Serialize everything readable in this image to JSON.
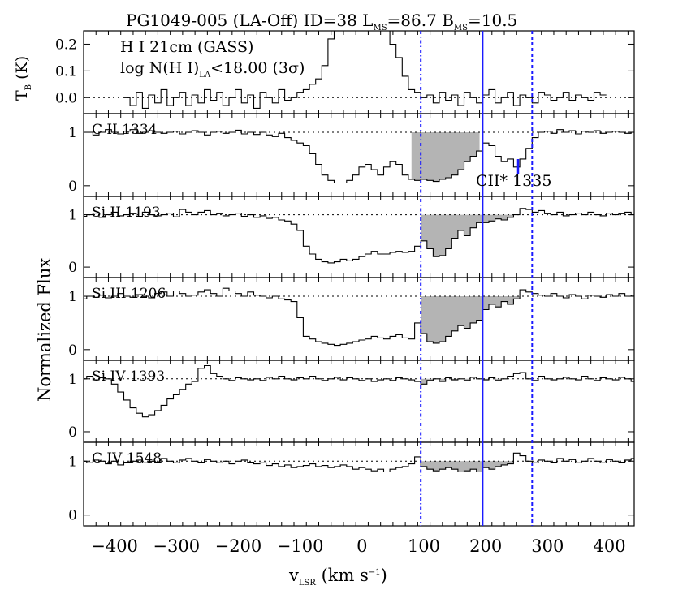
{
  "title": {
    "main": "PG1049-005 (LA-Off) ID=38 L",
    "l_sub": "MS",
    "l_eq": "=86.7 B",
    "b_sub": "MS",
    "b_eq": "=10.5"
  },
  "axes": {
    "x_label_v": "v",
    "x_label_sub": "LSR",
    "x_label_rest": " (km s",
    "x_label_exp": "−1",
    "x_label_close": ")",
    "y_label": "Normalized Flux",
    "top_y_label_T": "T",
    "top_y_label_sub": "B",
    "top_y_label_unit": " (K)"
  },
  "top_panel": {
    "line1": "H I 21cm (GASS)",
    "line2_prefix": "log N(H I)",
    "line2_sub": "LA",
    "line2_rest": "<18.00 (3σ)"
  },
  "annotation": {
    "text": "CII* 1335",
    "color": "#1a1aff"
  },
  "colors": {
    "marker_line": "#1a1aff",
    "shade": "#b4b4b4"
  },
  "chart_data": {
    "type": "line",
    "xlim": [
      -450,
      440
    ],
    "x_ticks": [
      -400,
      -300,
      -200,
      -100,
      0,
      100,
      200,
      300,
      400
    ],
    "vertical_lines": {
      "integration_min": 95,
      "integration_max": 275,
      "solid": 195
    },
    "hi_panel": {
      "name": "H I 21cm (GASS)",
      "ylim": [
        -0.06,
        0.25
      ],
      "y_ticks": [
        "0.2",
        "0.1",
        "0.0"
      ],
      "y_tick_values": [
        0.2,
        0.1,
        0.0
      ],
      "x": [
        -380,
        -370,
        -360,
        -350,
        -340,
        -330,
        -320,
        -310,
        -300,
        -290,
        -280,
        -270,
        -260,
        -250,
        -240,
        -230,
        -220,
        -210,
        -200,
        -190,
        -180,
        -170,
        -160,
        -150,
        -140,
        -130,
        -120,
        -110,
        -100,
        -90,
        -80,
        -70,
        -60,
        -50,
        -40,
        -30,
        -20,
        -10,
        0,
        10,
        20,
        30,
        40,
        50,
        60,
        70,
        80,
        90,
        100,
        110,
        120,
        130,
        140,
        150,
        160,
        170,
        180,
        190,
        200,
        210,
        220,
        230,
        240,
        250,
        260,
        270,
        280,
        290,
        300,
        310,
        320,
        330,
        340,
        350,
        360,
        370,
        380,
        390
      ],
      "y": [
        0.0,
        -0.03,
        0.02,
        -0.04,
        0.01,
        -0.02,
        0.03,
        -0.03,
        0.0,
        0.02,
        -0.03,
        0.01,
        -0.02,
        0.03,
        -0.01,
        0.02,
        -0.03,
        0.0,
        0.03,
        -0.02,
        0.01,
        -0.04,
        0.02,
        0.0,
        -0.02,
        0.03,
        -0.01,
        0.0,
        0.02,
        0.03,
        0.05,
        0.07,
        0.12,
        0.22,
        0.25,
        0.25,
        0.25,
        0.25,
        0.25,
        0.25,
        0.25,
        0.25,
        0.25,
        0.2,
        0.15,
        0.08,
        0.03,
        0.02,
        0.0,
        0.01,
        -0.02,
        0.02,
        -0.01,
        0.01,
        -0.03,
        0.02,
        0.0,
        -0.02,
        0.01,
        0.03,
        -0.02,
        0.0,
        0.02,
        -0.03,
        0.01,
        0.0,
        -0.02,
        0.02,
        0.01,
        -0.01,
        0.0,
        0.02,
        -0.01,
        0.01,
        0.0,
        -0.01,
        0.02,
        0.01
      ]
    },
    "panels": [
      {
        "name": "C II 1334",
        "ylim": [
          -0.2,
          1.35
        ],
        "y_ticks": [
          "1",
          "0"
        ],
        "shade": [
          80,
          190
        ],
        "x": [
          -450,
          -440,
          -430,
          -420,
          -410,
          -400,
          -390,
          -380,
          -370,
          -360,
          -350,
          -340,
          -330,
          -320,
          -310,
          -300,
          -290,
          -280,
          -270,
          -260,
          -250,
          -240,
          -230,
          -220,
          -210,
          -200,
          -190,
          -180,
          -170,
          -160,
          -150,
          -140,
          -130,
          -120,
          -110,
          -100,
          -90,
          -80,
          -70,
          -60,
          -50,
          -40,
          -30,
          -20,
          -10,
          0,
          10,
          20,
          30,
          40,
          50,
          60,
          70,
          80,
          90,
          100,
          110,
          120,
          130,
          140,
          150,
          160,
          170,
          180,
          190,
          200,
          210,
          220,
          230,
          240,
          250,
          260,
          270,
          280,
          290,
          300,
          310,
          320,
          330,
          340,
          350,
          360,
          370,
          380,
          390,
          400,
          410,
          420,
          430,
          440
        ],
        "y": [
          1.0,
          1.0,
          0.95,
          1.0,
          1.05,
          1.0,
          0.97,
          1.02,
          1.05,
          0.98,
          1.0,
          1.03,
          1.0,
          0.98,
          1.0,
          1.02,
          0.97,
          1.0,
          1.03,
          1.0,
          0.95,
          1.0,
          1.02,
          0.98,
          1.0,
          1.04,
          0.97,
          1.0,
          0.96,
          1.0,
          0.95,
          0.92,
          0.98,
          0.9,
          0.85,
          0.8,
          0.75,
          0.6,
          0.4,
          0.2,
          0.1,
          0.05,
          0.05,
          0.1,
          0.2,
          0.35,
          0.4,
          0.3,
          0.2,
          0.35,
          0.45,
          0.4,
          0.2,
          0.12,
          0.1,
          0.12,
          0.1,
          0.08,
          0.12,
          0.15,
          0.2,
          0.3,
          0.45,
          0.55,
          0.65,
          0.8,
          0.75,
          0.55,
          0.45,
          0.5,
          0.35,
          0.5,
          0.7,
          0.9,
          1.0,
          1.02,
          0.98,
          1.05,
          1.0,
          1.03,
          0.97,
          1.02,
          1.0,
          1.03,
          0.98,
          1.0,
          1.02,
          1.0,
          0.98,
          1.0
        ]
      },
      {
        "name": "Si II 1193",
        "ylim": [
          -0.2,
          1.35
        ],
        "y_ticks": [
          "1",
          "0"
        ],
        "shade": [
          95,
          260
        ],
        "x": [
          -450,
          -440,
          -430,
          -420,
          -410,
          -400,
          -390,
          -380,
          -370,
          -360,
          -350,
          -340,
          -330,
          -320,
          -310,
          -300,
          -290,
          -280,
          -270,
          -260,
          -250,
          -240,
          -230,
          -220,
          -210,
          -200,
          -190,
          -180,
          -170,
          -160,
          -150,
          -140,
          -130,
          -120,
          -110,
          -100,
          -90,
          -80,
          -70,
          -60,
          -50,
          -40,
          -30,
          -20,
          -10,
          0,
          10,
          20,
          30,
          40,
          50,
          60,
          70,
          80,
          90,
          100,
          110,
          120,
          130,
          140,
          150,
          160,
          170,
          180,
          190,
          200,
          210,
          220,
          230,
          240,
          250,
          260,
          270,
          280,
          290,
          300,
          310,
          320,
          330,
          340,
          350,
          360,
          370,
          380,
          390,
          400,
          410,
          420,
          430,
          440
        ],
        "y": [
          0.97,
          1.0,
          1.03,
          0.95,
          1.0,
          1.05,
          0.98,
          1.0,
          1.02,
          0.97,
          1.05,
          1.0,
          0.98,
          1.0,
          1.03,
          0.96,
          1.1,
          1.05,
          1.0,
          1.05,
          1.08,
          1.0,
          1.02,
          0.98,
          1.0,
          1.03,
          0.97,
          1.0,
          0.95,
          0.98,
          0.93,
          0.95,
          0.9,
          0.88,
          0.82,
          0.7,
          0.4,
          0.25,
          0.15,
          0.1,
          0.08,
          0.1,
          0.15,
          0.12,
          0.15,
          0.2,
          0.25,
          0.3,
          0.25,
          0.25,
          0.28,
          0.3,
          0.28,
          0.3,
          0.4,
          0.5,
          0.35,
          0.2,
          0.22,
          0.35,
          0.55,
          0.7,
          0.6,
          0.75,
          0.85,
          0.85,
          0.88,
          0.92,
          0.9,
          0.95,
          1.0,
          1.12,
          1.1,
          1.05,
          1.08,
          1.02,
          1.0,
          1.05,
          0.98,
          1.0,
          1.03,
          1.0,
          1.05,
          1.0,
          0.98,
          1.03,
          1.0,
          1.02,
          1.05,
          1.0
        ]
      },
      {
        "name": "Si III 1206",
        "ylim": [
          -0.2,
          1.35
        ],
        "y_ticks": [
          "1",
          "0"
        ],
        "shade": [
          95,
          260
        ],
        "x": [
          -450,
          -440,
          -430,
          -420,
          -410,
          -400,
          -390,
          -380,
          -370,
          -360,
          -350,
          -340,
          -330,
          -320,
          -310,
          -300,
          -290,
          -280,
          -270,
          -260,
          -250,
          -240,
          -230,
          -220,
          -210,
          -200,
          -190,
          -180,
          -170,
          -160,
          -150,
          -140,
          -130,
          -120,
          -110,
          -100,
          -90,
          -80,
          -70,
          -60,
          -50,
          -40,
          -30,
          -20,
          -10,
          0,
          10,
          20,
          30,
          40,
          50,
          60,
          70,
          80,
          90,
          100,
          110,
          120,
          130,
          140,
          150,
          160,
          170,
          180,
          190,
          200,
          210,
          220,
          230,
          240,
          250,
          260,
          270,
          280,
          290,
          300,
          310,
          320,
          330,
          340,
          350,
          360,
          370,
          380,
          390,
          400,
          410,
          420,
          430,
          440
        ],
        "y": [
          0.95,
          1.0,
          0.98,
          1.02,
          0.97,
          1.0,
          1.05,
          1.0,
          0.98,
          1.03,
          1.0,
          0.97,
          1.05,
          1.08,
          1.0,
          1.1,
          1.05,
          1.0,
          1.02,
          1.08,
          1.12,
          1.05,
          1.0,
          1.15,
          1.1,
          1.05,
          1.0,
          1.08,
          1.02,
          1.0,
          0.97,
          1.0,
          0.95,
          0.93,
          0.9,
          0.6,
          0.25,
          0.2,
          0.15,
          0.12,
          0.1,
          0.08,
          0.1,
          0.12,
          0.15,
          0.18,
          0.2,
          0.25,
          0.22,
          0.2,
          0.25,
          0.28,
          0.22,
          0.2,
          0.5,
          0.3,
          0.15,
          0.12,
          0.15,
          0.25,
          0.35,
          0.45,
          0.4,
          0.5,
          0.55,
          0.75,
          0.85,
          0.8,
          0.9,
          0.85,
          0.95,
          1.12,
          1.08,
          1.05,
          1.02,
          1.0,
          1.05,
          1.0,
          0.97,
          1.03,
          1.0,
          0.95,
          1.02,
          1.0,
          0.98,
          1.03,
          1.0,
          1.05,
          1.0,
          1.02
        ]
      },
      {
        "name": "Si IV 1393",
        "ylim": [
          -0.2,
          1.35
        ],
        "y_ticks": [
          "1",
          "0"
        ],
        "shade": [
          95,
          275
        ],
        "x": [
          -450,
          -440,
          -430,
          -420,
          -410,
          -400,
          -390,
          -380,
          -370,
          -360,
          -350,
          -340,
          -330,
          -320,
          -310,
          -300,
          -290,
          -280,
          -270,
          -260,
          -250,
          -240,
          -230,
          -220,
          -210,
          -200,
          -190,
          -180,
          -170,
          -160,
          -150,
          -140,
          -130,
          -120,
          -110,
          -100,
          -90,
          -80,
          -70,
          -60,
          -50,
          -40,
          -30,
          -20,
          -10,
          0,
          10,
          20,
          30,
          40,
          50,
          60,
          70,
          80,
          90,
          100,
          110,
          120,
          130,
          140,
          150,
          160,
          170,
          180,
          190,
          200,
          210,
          220,
          230,
          240,
          250,
          260,
          270,
          280,
          290,
          300,
          310,
          320,
          330,
          340,
          350,
          360,
          370,
          380,
          390,
          400,
          410,
          420,
          430,
          440
        ],
        "y": [
          1.0,
          1.05,
          0.98,
          1.02,
          1.0,
          0.9,
          0.75,
          0.6,
          0.45,
          0.35,
          0.28,
          0.32,
          0.4,
          0.5,
          0.62,
          0.7,
          0.8,
          0.9,
          0.95,
          1.2,
          1.25,
          1.1,
          1.05,
          1.0,
          0.97,
          1.02,
          1.0,
          0.98,
          1.0,
          0.97,
          1.03,
          1.0,
          1.05,
          1.0,
          0.98,
          1.02,
          1.0,
          1.05,
          1.0,
          0.97,
          1.0,
          1.03,
          0.98,
          1.02,
          1.0,
          0.97,
          1.0,
          0.95,
          0.98,
          1.0,
          0.97,
          1.02,
          1.0,
          0.98,
          0.95,
          0.9,
          0.97,
          1.0,
          0.95,
          1.02,
          0.98,
          1.0,
          0.97,
          1.03,
          1.0,
          0.98,
          1.02,
          0.97,
          1.0,
          1.05,
          1.1,
          1.12,
          1.0,
          0.97,
          1.05,
          1.0,
          0.98,
          1.0,
          1.03,
          1.0,
          0.98,
          1.05,
          1.0,
          0.97,
          1.02,
          1.0,
          0.98,
          1.03,
          1.0,
          0.95
        ]
      },
      {
        "name": "C IV 1548",
        "ylim": [
          -0.2,
          1.35
        ],
        "y_ticks": [
          "1",
          "0"
        ],
        "shade": [
          95,
          260
        ],
        "x": [
          -450,
          -440,
          -430,
          -420,
          -410,
          -400,
          -390,
          -380,
          -370,
          -360,
          -350,
          -340,
          -330,
          -320,
          -310,
          -300,
          -290,
          -280,
          -270,
          -260,
          -250,
          -240,
          -230,
          -220,
          -210,
          -200,
          -190,
          -180,
          -170,
          -160,
          -150,
          -140,
          -130,
          -120,
          -110,
          -100,
          -90,
          -80,
          -70,
          -60,
          -50,
          -40,
          -30,
          -20,
          -10,
          0,
          10,
          20,
          30,
          40,
          50,
          60,
          70,
          80,
          90,
          100,
          110,
          120,
          130,
          140,
          150,
          160,
          170,
          180,
          190,
          200,
          210,
          220,
          230,
          240,
          250,
          260,
          270,
          280,
          290,
          300,
          310,
          320,
          330,
          340,
          350,
          360,
          370,
          380,
          390,
          400,
          410,
          420,
          430,
          440
        ],
        "y": [
          1.0,
          0.97,
          1.02,
          1.0,
          0.95,
          1.0,
          0.93,
          0.98,
          1.0,
          1.02,
          0.97,
          1.0,
          0.98,
          1.05,
          1.0,
          0.97,
          1.02,
          1.05,
          1.0,
          0.98,
          1.03,
          1.0,
          0.97,
          1.0,
          0.95,
          1.0,
          1.02,
          0.98,
          0.95,
          0.97,
          0.92,
          0.95,
          0.9,
          0.93,
          0.88,
          0.9,
          0.92,
          0.95,
          0.9,
          0.92,
          0.88,
          0.9,
          0.93,
          0.9,
          0.85,
          0.88,
          0.85,
          0.82,
          0.85,
          0.8,
          0.85,
          0.88,
          0.9,
          0.95,
          1.08,
          0.9,
          0.85,
          0.82,
          0.85,
          0.88,
          0.85,
          0.8,
          0.82,
          0.85,
          0.8,
          0.88,
          0.85,
          0.9,
          0.93,
          0.95,
          1.15,
          1.1,
          1.0,
          0.97,
          1.02,
          1.0,
          0.98,
          1.05,
          1.0,
          1.03,
          0.97,
          1.0,
          1.05,
          1.0,
          0.97,
          1.03,
          1.0,
          0.98,
          1.02,
          1.05
        ]
      }
    ]
  }
}
